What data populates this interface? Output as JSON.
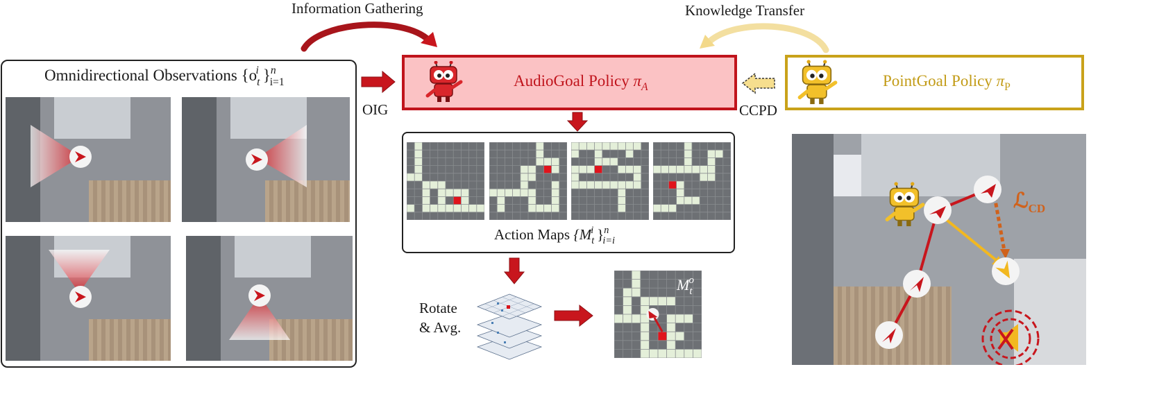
{
  "top_labels": {
    "information_gathering": "Information Gathering",
    "knowledge_transfer": "Knowledge Transfer"
  },
  "observations": {
    "title_text": "Omnidirectional Observations ",
    "title_math": "{o",
    "title_sub": "t",
    "title_sup": "i",
    "title_close": "}",
    "title_range_sup": "n",
    "title_range_sub": "i=1"
  },
  "arrows": {
    "oig_label": "OIG",
    "ccpd_label": "CCPD"
  },
  "audiogoal": {
    "label": "AudioGoal Policy ",
    "symbol": "π",
    "symbol_sub": "A",
    "border_color": "#c0141c",
    "fill_color": "#fbc2c4"
  },
  "pointgoal": {
    "label": "PointGoal Policy ",
    "symbol": "π",
    "symbol_sub": "P",
    "border_color": "#c9a21a",
    "text_color": "#c29b16",
    "fill_color": "#ffffff"
  },
  "action_maps": {
    "label_text": "Action Maps ",
    "label_math": "{M",
    "label_sub": "t",
    "label_sup": "i",
    "label_close": "}",
    "label_range_sup": "n",
    "label_range_sub": "i=i"
  },
  "rotate": {
    "line1": "Rotate",
    "line2": "& Avg."
  },
  "merged_map": {
    "symbol": "M",
    "symbol_sub": "t",
    "symbol_sup": "o"
  },
  "loss": {
    "symbol": "ℒ",
    "sub": "CD",
    "color": "#d0621c"
  },
  "colors": {
    "red_accent": "#c8161d",
    "yellow_accent": "#f2b820",
    "cell_light": "#e4efd9",
    "cell_target": "#e0141c"
  }
}
